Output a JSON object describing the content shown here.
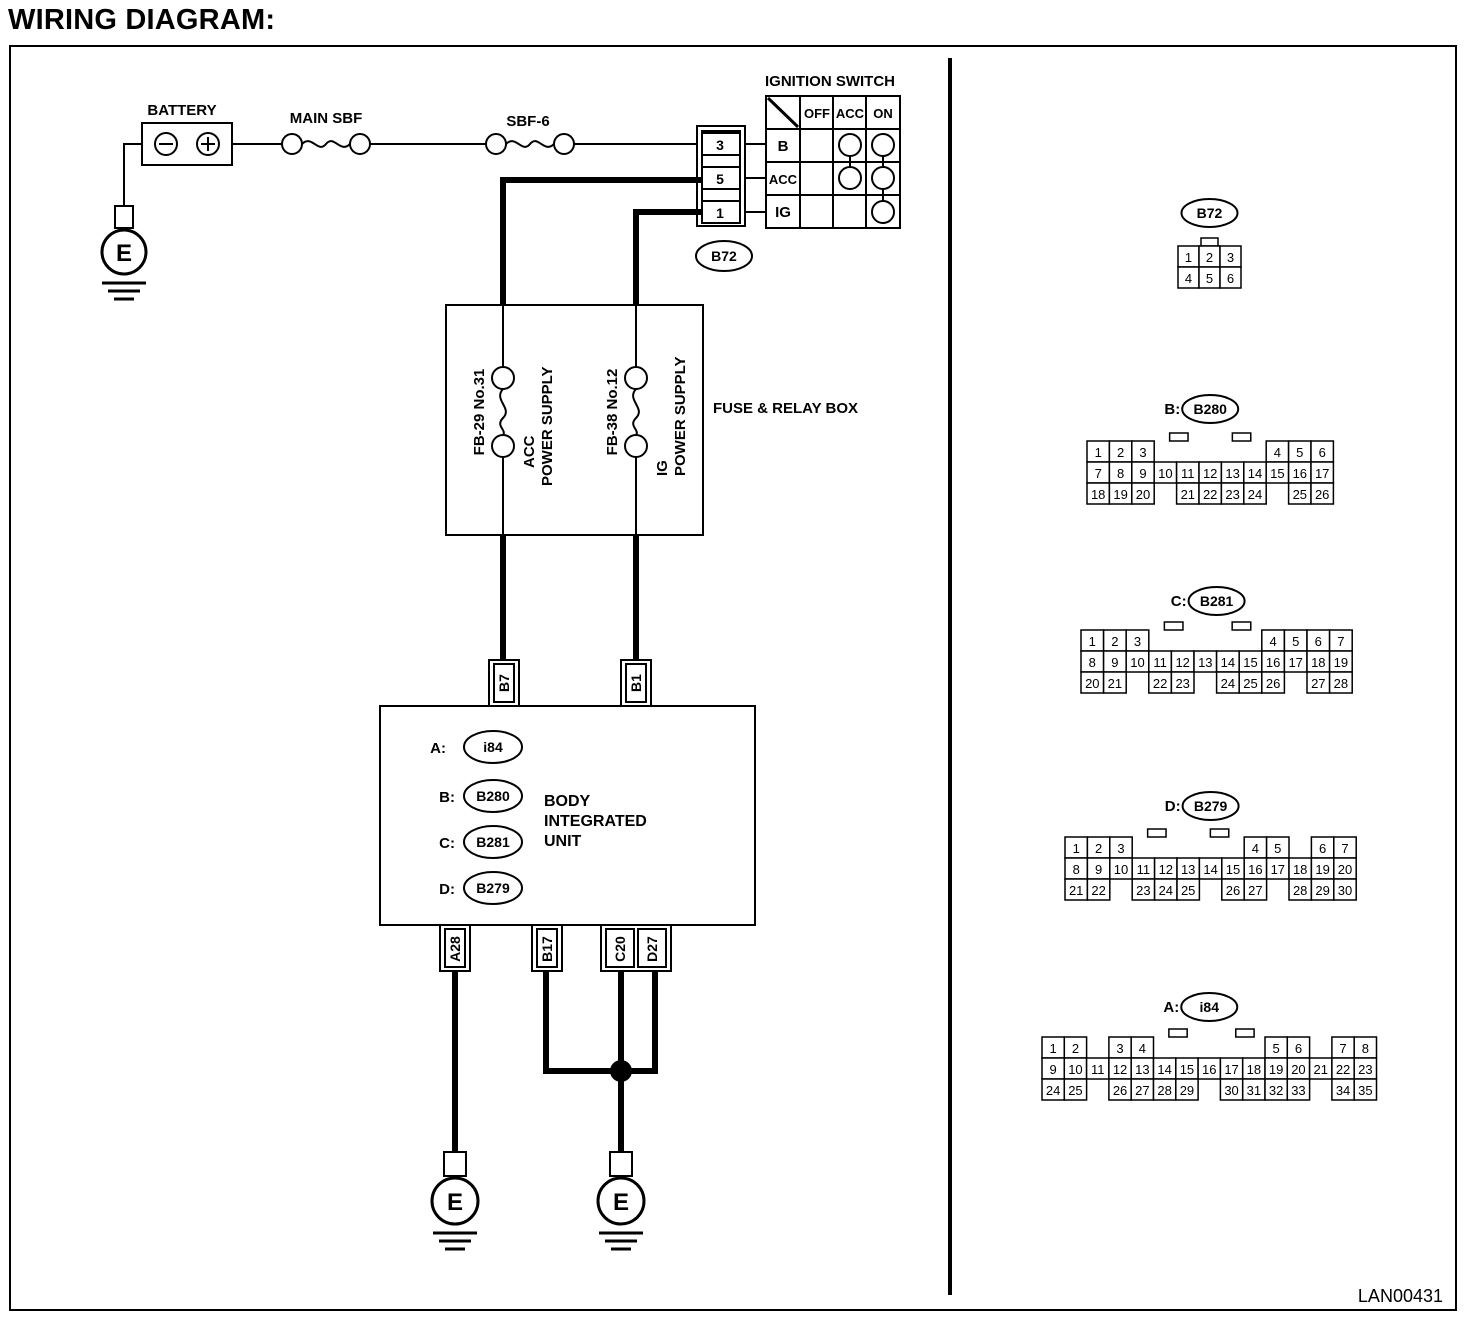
{
  "title": "WIRING DIAGRAM:",
  "drawing_code": "LAN00431",
  "battery": {
    "label": "BATTERY",
    "neg_symbol": "⊖",
    "pos_symbol": "⊕"
  },
  "ground_label": "E",
  "fuses": {
    "main": "MAIN SBF",
    "sbf6": "SBF-6"
  },
  "ignition_switch": {
    "title": "IGNITION SWITCH",
    "columns": [
      "OFF",
      "ACC",
      "ON"
    ],
    "rows": [
      {
        "terminal": "B",
        "pin": "3"
      },
      {
        "terminal": "ACC",
        "pin": "5"
      },
      {
        "terminal": "IG",
        "pin": "1"
      }
    ],
    "connector": "B72"
  },
  "fuse_relay_box": {
    "label": "FUSE & RELAY BOX",
    "fuse1": {
      "id": "FB-29 No.31",
      "line1": "ACC",
      "line2": "POWER SUPPLY"
    },
    "fuse2": {
      "id": "FB-38 No.12",
      "line1": "IG",
      "line2": "POWER SUPPLY"
    }
  },
  "body_unit": {
    "line1": "BODY",
    "line2": "INTEGRATED",
    "line3": "UNIT",
    "connectors": [
      {
        "letter": "A:",
        "code": "i84"
      },
      {
        "letter": "B:",
        "code": "B280"
      },
      {
        "letter": "C:",
        "code": "B281"
      },
      {
        "letter": "D:",
        "code": "B279"
      }
    ],
    "pins_top": [
      "B7",
      "B1"
    ],
    "pins_bottom": [
      "A28",
      "B17",
      "C20",
      "D27"
    ]
  },
  "connector_views": {
    "b72": {
      "label": "",
      "code": "B72",
      "row1": [
        "1",
        "2",
        "3"
      ],
      "row2": [
        "4",
        "5",
        "6"
      ]
    },
    "b280": {
      "label": "B:",
      "code": "B280",
      "row1": [
        "1",
        "2",
        "3",
        "",
        "",
        "",
        "",
        "",
        "4",
        "5",
        "6"
      ],
      "row2": [
        "7",
        "8",
        "9",
        "10",
        "11",
        "12",
        "13",
        "14",
        "15",
        "16",
        "17"
      ],
      "row3": [
        "18",
        "19",
        "20",
        "",
        "21",
        "22",
        "23",
        "24",
        "",
        "25",
        "26"
      ]
    },
    "b281": {
      "label": "C:",
      "code": "B281",
      "row1": [
        "1",
        "2",
        "3",
        "",
        "",
        "",
        "",
        "",
        "4",
        "5",
        "6",
        "7"
      ],
      "row2": [
        "8",
        "9",
        "10",
        "11",
        "12",
        "13",
        "14",
        "15",
        "16",
        "17",
        "18",
        "19"
      ],
      "row3": [
        "20",
        "21",
        "",
        "22",
        "23",
        "",
        "24",
        "25",
        "26",
        "",
        "27",
        "28"
      ]
    },
    "b279": {
      "label": "D:",
      "code": "B279",
      "row1": [
        "1",
        "2",
        "3",
        "",
        "",
        "",
        "",
        "",
        "4",
        "5",
        "",
        "6",
        "7"
      ],
      "row2": [
        "8",
        "9",
        "10",
        "11",
        "12",
        "13",
        "14",
        "15",
        "16",
        "17",
        "18",
        "19",
        "20"
      ],
      "row3": [
        "21",
        "22",
        "",
        "23",
        "24",
        "25",
        "",
        "26",
        "27",
        "",
        "28",
        "29",
        "30"
      ]
    },
    "i84": {
      "label": "A:",
      "code": "i84",
      "row1": [
        "1",
        "2",
        "",
        "3",
        "4",
        "",
        "",
        "",
        "",
        "",
        "5",
        "6",
        "",
        "7",
        "8"
      ],
      "row2": [
        "9",
        "10",
        "11",
        "12",
        "13",
        "14",
        "15",
        "16",
        "17",
        "18",
        "19",
        "20",
        "21",
        "22",
        "23"
      ],
      "row3": [
        "24",
        "25",
        "",
        "26",
        "27",
        "28",
        "29",
        "",
        "30",
        "31",
        "32",
        "33",
        "",
        "34",
        "35"
      ]
    }
  }
}
